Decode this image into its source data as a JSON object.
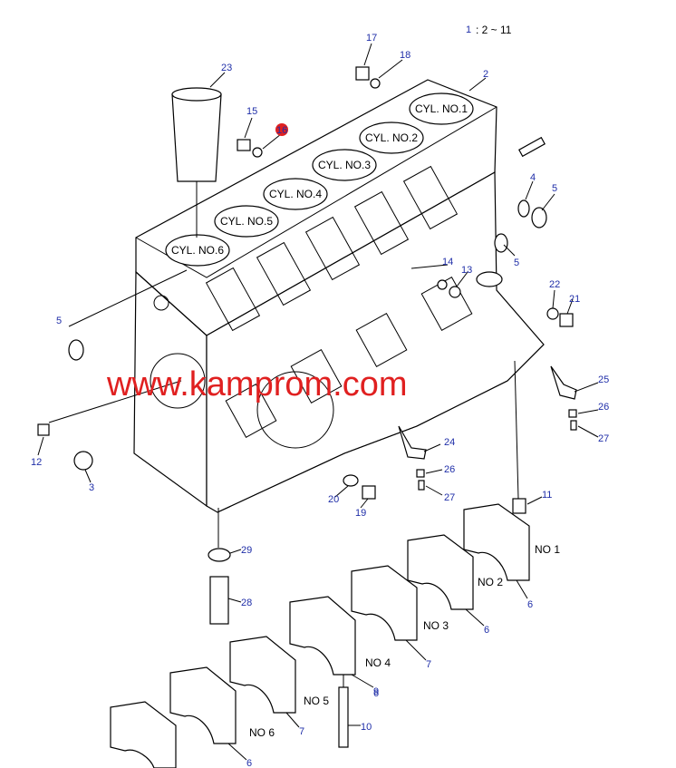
{
  "header": {
    "index_label": "1",
    "index_range": ": 2 ~ 11"
  },
  "watermark": {
    "text": "www.kamprom.com",
    "color": "#e02020"
  },
  "cylinders": [
    "CYL. NO.1",
    "CYL. NO.2",
    "CYL. NO.3",
    "CYL. NO.4",
    "CYL. NO.5",
    "CYL. NO.6"
  ],
  "callouts": [
    "23",
    "17",
    "18",
    "2",
    "15",
    "16",
    "4",
    "5",
    "5",
    "5",
    "14",
    "13",
    "22",
    "21",
    "25",
    "26",
    "27",
    "24",
    "26",
    "27",
    "11",
    "12",
    "3",
    "20",
    "19",
    "29",
    "28",
    "6",
    "6",
    "6",
    "7",
    "9",
    "10",
    "7",
    "6"
  ],
  "caps": [
    "NO 1",
    "NO 2",
    "NO 3",
    "NO 4",
    "NO 5",
    "NO 6"
  ],
  "colors": {
    "callout": "#1f2ea8",
    "highlight": "#e02020",
    "line": "#000000"
  }
}
